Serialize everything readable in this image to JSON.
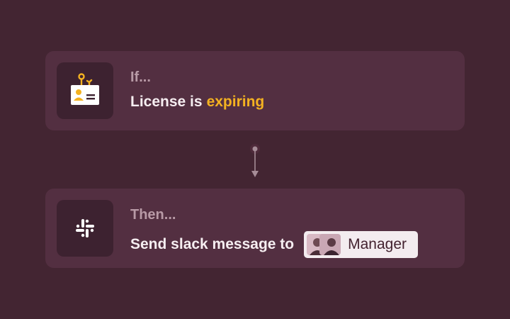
{
  "trigger": {
    "kicker": "If...",
    "condition_prefix": "License is",
    "condition_value": "expiring",
    "icon": "license-card-icon"
  },
  "action": {
    "kicker": "Then...",
    "text": "Send slack message to",
    "recipient": "Manager",
    "icon": "slack-icon",
    "recipient_avatars": [
      "person-avatar",
      "person-avatar"
    ]
  },
  "colors": {
    "background": "#432532",
    "card": "#532f41",
    "accent": "#f4b221"
  }
}
